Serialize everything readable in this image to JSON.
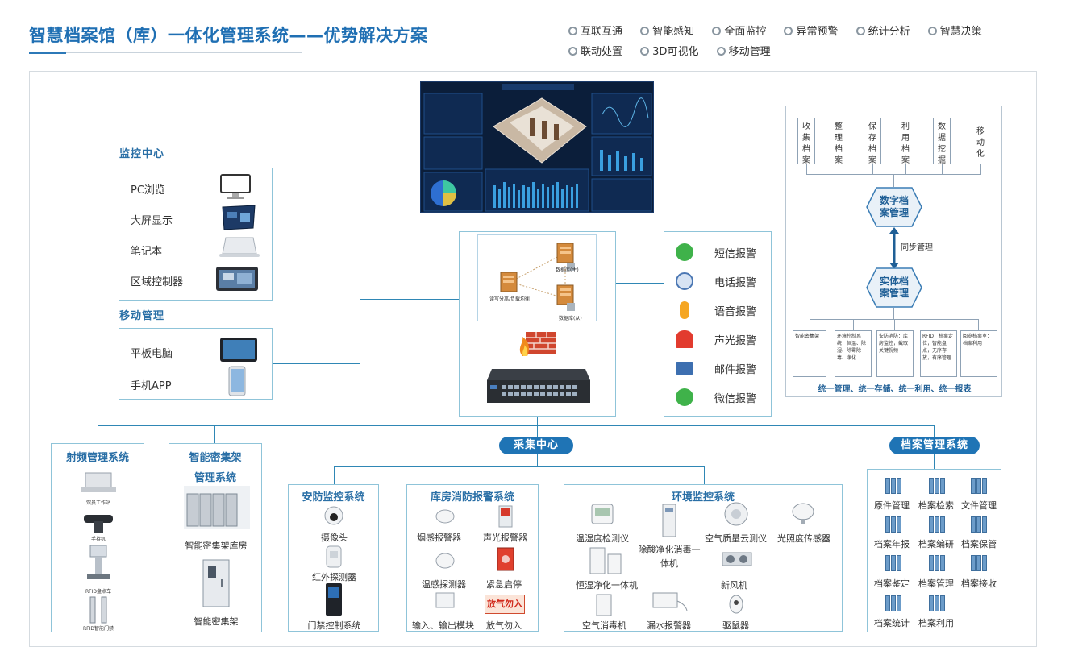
{
  "title": "智慧档案馆（库）一体化管理系统——优势解决方案",
  "features": [
    "互联互通",
    "智能感知",
    "全面监控",
    "异常预警",
    "统计分析",
    "智慧决策",
    "联动处置",
    "3D可视化",
    "移动管理"
  ],
  "monitor_center": {
    "label": "监控中心",
    "items": [
      "PC浏览",
      "大屏显示",
      "笔记本",
      "区域控制器"
    ]
  },
  "mobile_mgmt": {
    "label": "移动管理",
    "items": [
      "平板电脑",
      "手机APP"
    ]
  },
  "network": {
    "server_labels": [
      "数据库(主)",
      "读写分离/负载均衡",
      "数据库(从)"
    ]
  },
  "alarms": [
    "短信报警",
    "电话报警",
    "语音报警",
    "声光报警",
    "邮件报警",
    "微信报警"
  ],
  "digital_panel": {
    "top_items": [
      "收集档案",
      "整理档案",
      "保存档案",
      "利用档案",
      "数据挖掘",
      "移动化"
    ],
    "digital_mgmt": "数字档案管理",
    "sync": "同步管理",
    "physical_mgmt": "实体档案管理",
    "sub_items": [
      "智能密集架",
      "环境控制系统：恒温、除湿、除霉除毒、净化",
      "安防消防：库房监控，截取关键视频",
      "RFID：档案定位，智能盘点，无序存放，有序管理",
      "阅览档案室：档案利用"
    ],
    "footer": "统一管理、统一存储、统一利用、统一报表"
  },
  "collection_center": "采集中心",
  "archive_system_label": "档案管理系统",
  "rfid_system": {
    "title": "射频管理系统",
    "items": [
      "馆员工作站",
      "手持机",
      "RFID盘点车",
      "RFID智能门禁"
    ]
  },
  "shelf_system": {
    "title_line1": "智能密集架",
    "title_line2": "管理系统",
    "items": [
      "智能密集架库房",
      "智能密集架"
    ]
  },
  "security_system": {
    "title": "安防监控系统",
    "items": [
      "摄像头",
      "红外探测器",
      "门禁控制系统"
    ]
  },
  "fire_system": {
    "title": "库房消防报警系统",
    "items": [
      "烟感报警器",
      "声光报警器",
      "温感探测器",
      "紧急启停",
      "输入、输出模块",
      "放气勿入"
    ],
    "sign_text": "放气勿入"
  },
  "env_system": {
    "title": "环境监控系统",
    "items": [
      "温湿度检测仪",
      "除酸净化消毒一体机",
      "空气质量云测仪",
      "光照度传感器",
      "恒湿净化一体机",
      "新风机",
      "空气消毒机",
      "漏水报警器",
      "驱鼠器"
    ]
  },
  "archive_mgmt": {
    "items": [
      "原件管理",
      "档案检索",
      "文件管理",
      "档案年报",
      "档案编研",
      "档案保管",
      "档案鉴定",
      "档案管理",
      "档案接收",
      "档案统计",
      "档案利用"
    ]
  },
  "colors": {
    "primary": "#1f74b5",
    "line": "#2f87b5",
    "border": "#8fc4d9"
  }
}
